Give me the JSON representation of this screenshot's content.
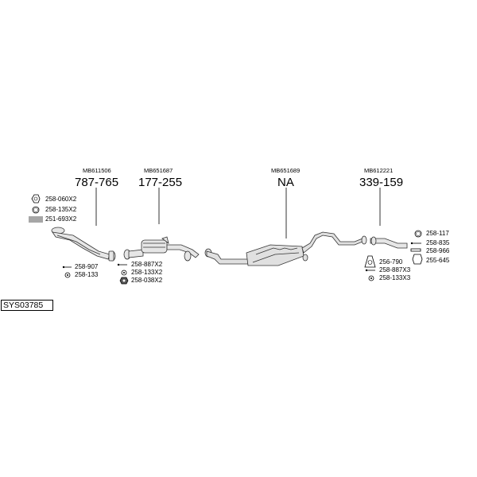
{
  "diagram_code": "SYS03785",
  "sections": [
    {
      "id": "front-pipe",
      "oem": "MB611506",
      "price": "787-765"
    },
    {
      "id": "front-silencer",
      "oem": "MB651687",
      "price": "177-255"
    },
    {
      "id": "center-silencer",
      "oem": "MB651689",
      "price": "NA"
    },
    {
      "id": "tail-pipe",
      "oem": "MB612221",
      "price": "339-159"
    }
  ],
  "parts": {
    "front_left": [
      {
        "code": "258-060X2",
        "icon": "nut-icon"
      },
      {
        "code": "258-135X2",
        "icon": "ring-icon"
      },
      {
        "code": "251-693X2",
        "icon": "spring-icon"
      }
    ],
    "front_bottom": [
      {
        "code": "258-907",
        "icon": "bolt-icon"
      },
      {
        "code": "258-133",
        "icon": "washer-icon"
      }
    ],
    "silencer_bottom": [
      {
        "code": "258-887X2",
        "icon": "bolt-icon"
      },
      {
        "code": "258-133X2",
        "icon": "washer-icon"
      },
      {
        "code": "258-038X2",
        "icon": "nut-icon"
      }
    ],
    "center_bottom": [
      {
        "code": "256-790",
        "icon": "gasket-icon"
      },
      {
        "code": "258-887X3",
        "icon": "bolt-icon"
      },
      {
        "code": "258-133X3",
        "icon": "washer-icon"
      }
    ],
    "tail_right": [
      {
        "code": "258-117",
        "icon": "rubber-ring-icon"
      },
      {
        "code": "258-835",
        "icon": "bolt-icon"
      },
      {
        "code": "258-966",
        "icon": "bolt-icon"
      },
      {
        "code": "255-645",
        "icon": "clamp-icon"
      }
    ]
  }
}
